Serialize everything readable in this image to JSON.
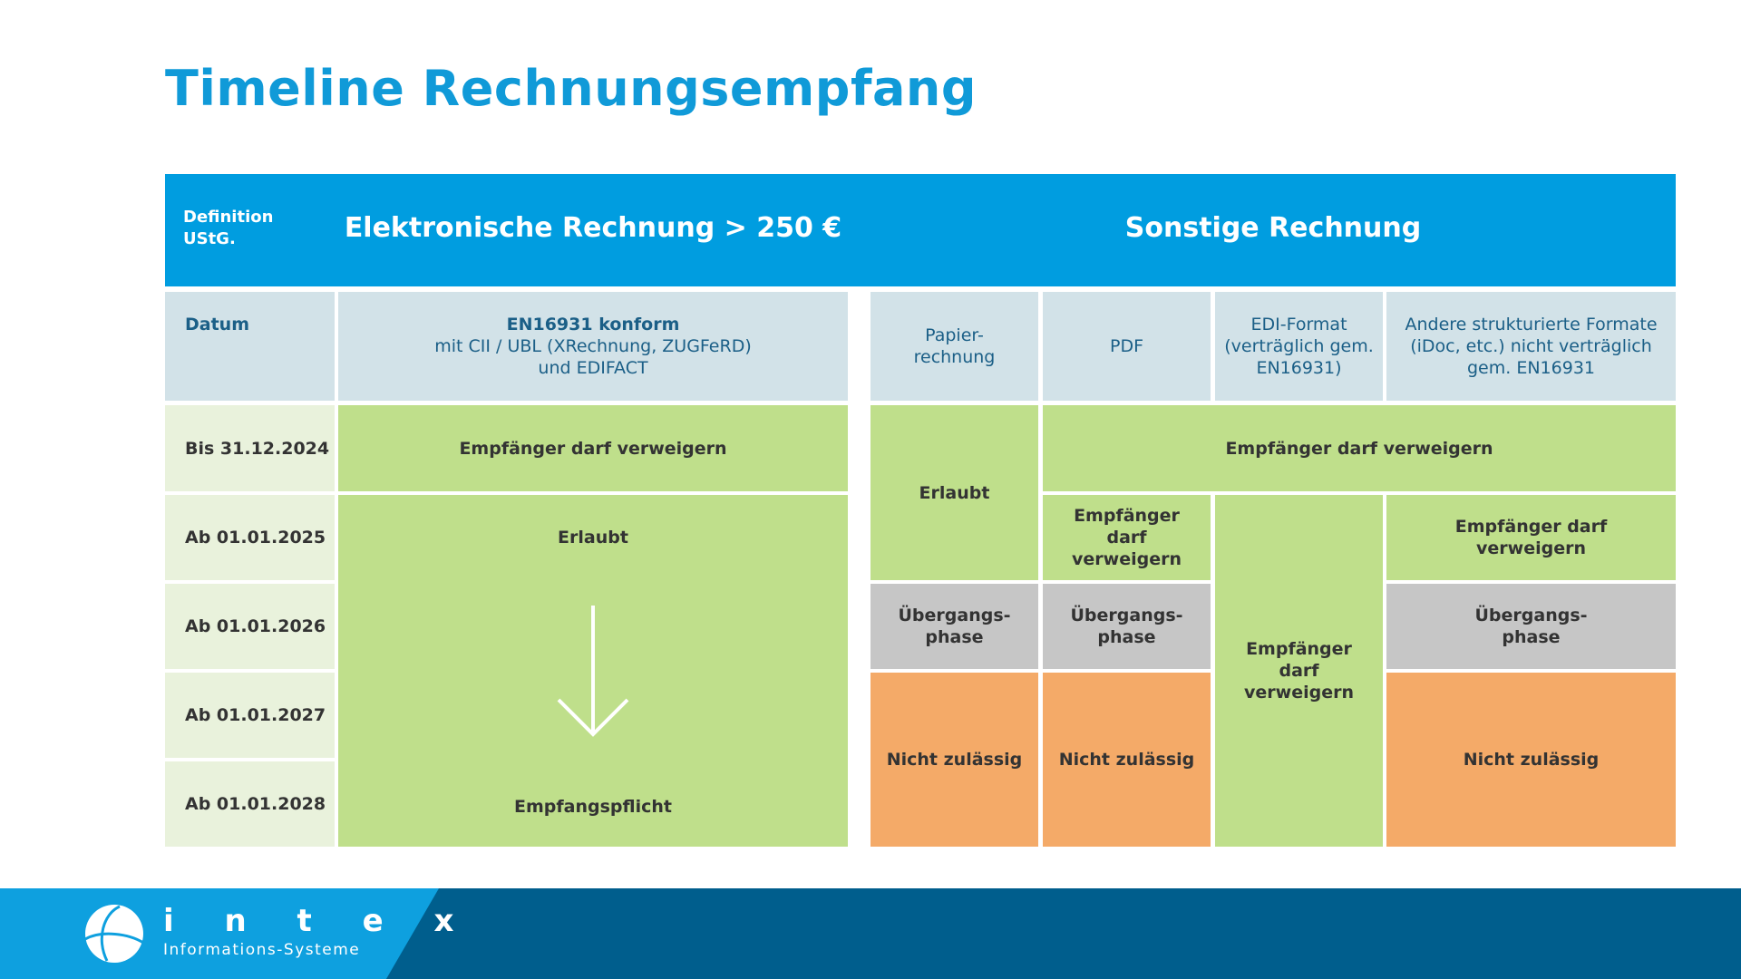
{
  "title": "Timeline Rechnungsempfang",
  "header": {
    "definition": "Definition UStG.",
    "electronic": "Elektronische Rechnung > 250 €",
    "other": "Sonstige Rechnung"
  },
  "columns": {
    "date": "Datum",
    "en_title": "EN16931 konform",
    "en_line1": "mit CII /  UBL (XRechnung, ZUGFeRD)",
    "en_line2": "und EDIFACT",
    "paper": "Papier-\nrechnung",
    "pdf": "PDF",
    "edi": "EDI-Format (verträglich gem. EN16931)",
    "other": "Andere strukturierte Formate (iDoc, etc.) nicht verträglich gem. EN16931"
  },
  "dates": [
    "Bis 31.12.2024",
    "Ab 01.01.2025",
    "Ab 01.01.2026",
    "Ab 01.01.2027",
    "Ab 01.01.2028"
  ],
  "cells": {
    "refuse": "Empfänger darf verweigern",
    "allowed": "Erlaubt",
    "obligation": "Empfangspflicht",
    "transition": "Übergangs-\nphase",
    "not_allowed": "Nicht zulässig"
  },
  "logo": {
    "name": "i n t e x",
    "tagline": "Informations-Systeme"
  },
  "colors": {
    "blue": "#009de0",
    "green": "#bfdf8b",
    "orange": "#f4aa68",
    "grey": "#c6c6c6",
    "dark": "#005e8d"
  }
}
